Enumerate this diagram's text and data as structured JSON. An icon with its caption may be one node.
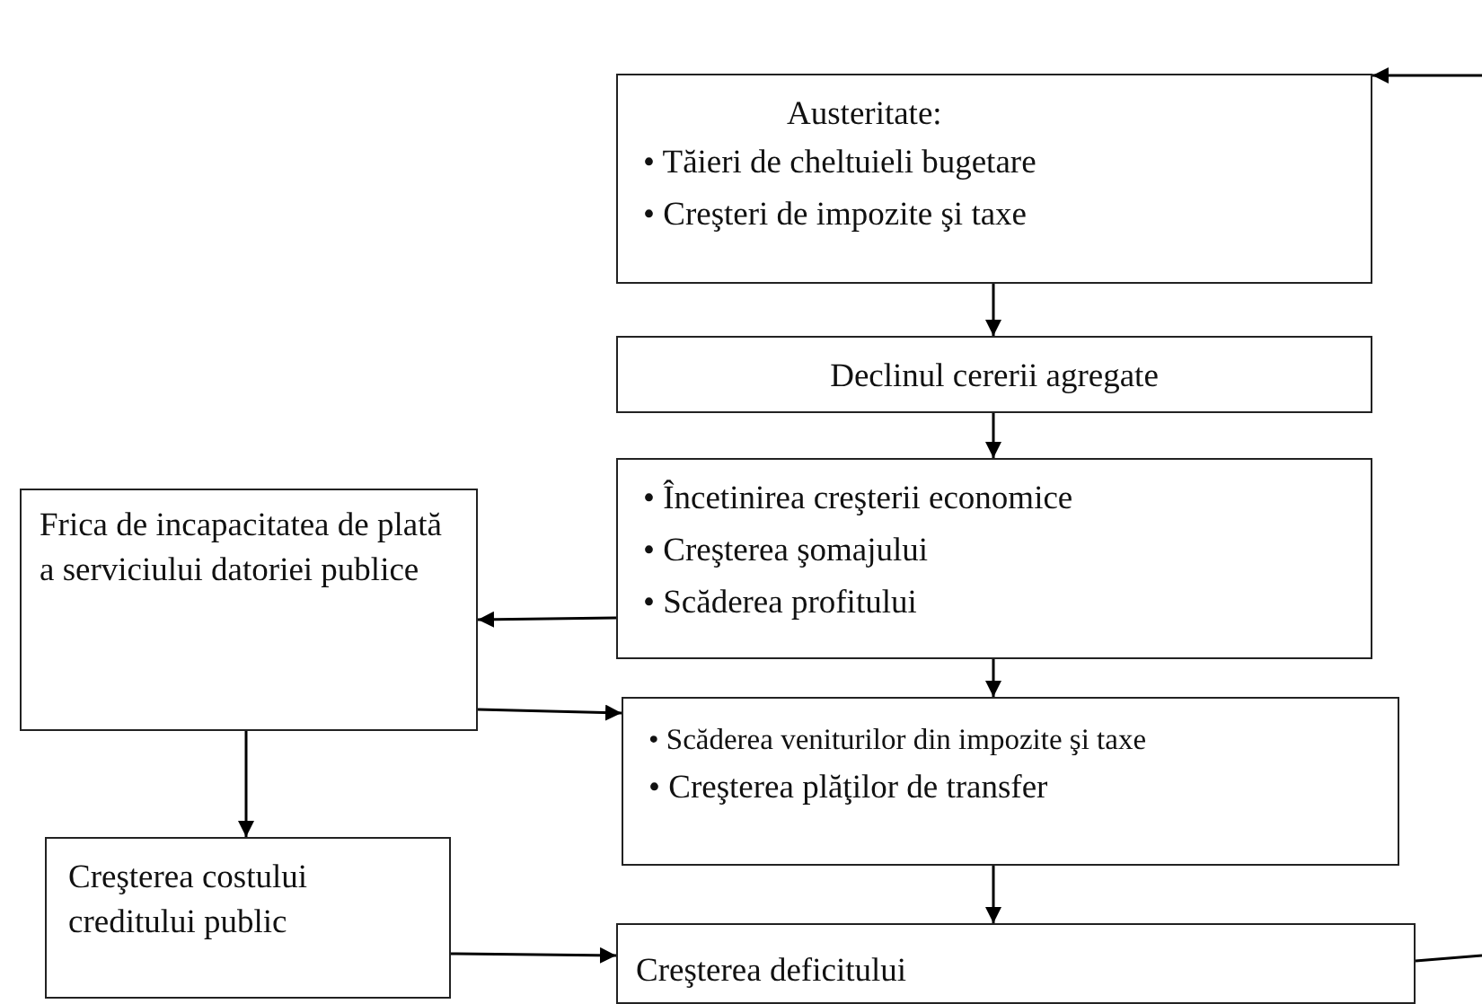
{
  "diagram": {
    "nodes": [
      {
        "text": [
          "Austeritate:",
          "• Tăieri de cheltuieli bugetare",
          "• Creşteri de impozite şi taxe"
        ]
      },
      {
        "text": [
          "Declinul cererii agregate"
        ]
      },
      {
        "text": [
          "• Încetinirea creşterii economice",
          "• Creşterea şomajului",
          "• Scăderea profitului"
        ]
      },
      {
        "text": [
          "Frica de incapacitatea de plată a serviciului datoriei publice"
        ]
      },
      {
        "text": [
          "• Scăderea veniturilor din impozite şi taxe",
          "• Creşterea plăţilor de transfer"
        ]
      },
      {
        "text": [
          "Creşterea  costului creditului public"
        ]
      },
      {
        "text": [
          "Creşterea deficitului"
        ]
      }
    ],
    "edges": [
      {
        "from": 0,
        "to": 1,
        "arrow": "to"
      },
      {
        "from": 1,
        "to": 2,
        "arrow": "to"
      },
      {
        "from": 2,
        "to": 3,
        "arrow": "to"
      },
      {
        "from": 3,
        "to": 4,
        "arrow": "to"
      },
      {
        "from": 2,
        "to": 4,
        "arrow": "to"
      },
      {
        "from": 3,
        "to": 5,
        "arrow": "to"
      },
      {
        "from": 5,
        "to": 6,
        "arrow": "to"
      },
      {
        "from": 4,
        "to": 6,
        "arrow": "to"
      },
      {
        "from": null,
        "to": 0,
        "arrow": "to"
      },
      {
        "from": 6,
        "to": null,
        "arrow": "none"
      }
    ]
  }
}
